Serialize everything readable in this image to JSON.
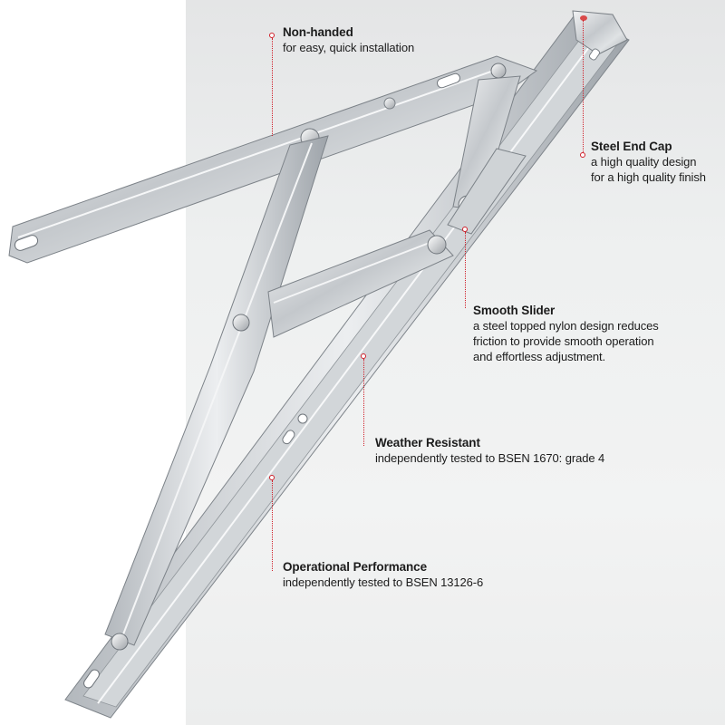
{
  "accent_color": "#d0202a",
  "product_icon": "window-friction-stay-hinge",
  "callouts": {
    "non_handed": {
      "title": "Non-handed",
      "desc_lines": [
        "for easy, quick installation"
      ]
    },
    "end_cap": {
      "title": "Steel End Cap",
      "desc_lines": [
        "a high quality design",
        "for a high quality finish"
      ]
    },
    "slider": {
      "title": "Smooth Slider",
      "desc_lines": [
        "a steel topped nylon design reduces",
        "friction to provide smooth operation",
        "and effortless adjustment."
      ]
    },
    "weather": {
      "title": "Weather Resistant",
      "desc_lines": [
        "independently tested to BSEN 1670: grade 4"
      ]
    },
    "performance": {
      "title": "Operational Performance",
      "desc_lines": [
        "independently tested to BSEN 13126-6"
      ]
    }
  }
}
